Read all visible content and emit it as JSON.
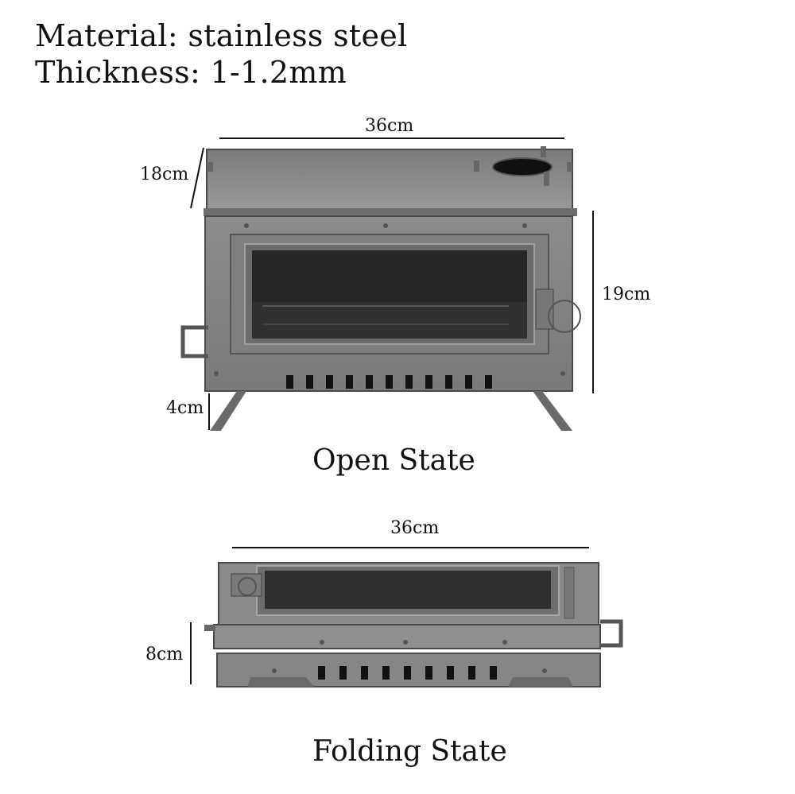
{
  "specs": {
    "material": "Material: stainless steel",
    "thickness": "Thickness: 1-1.2mm"
  },
  "open_state": {
    "caption": "Open State",
    "width": "36cm",
    "depth": "18cm",
    "height": "19cm",
    "leg_height": "4cm"
  },
  "folding_state": {
    "caption": "Folding State",
    "width": "36cm",
    "height": "8cm"
  },
  "colors": {
    "steel": "#8a8a8a",
    "steel_dark": "#5d5d5d",
    "glass": "#2b2b2b",
    "text": "#111111"
  }
}
